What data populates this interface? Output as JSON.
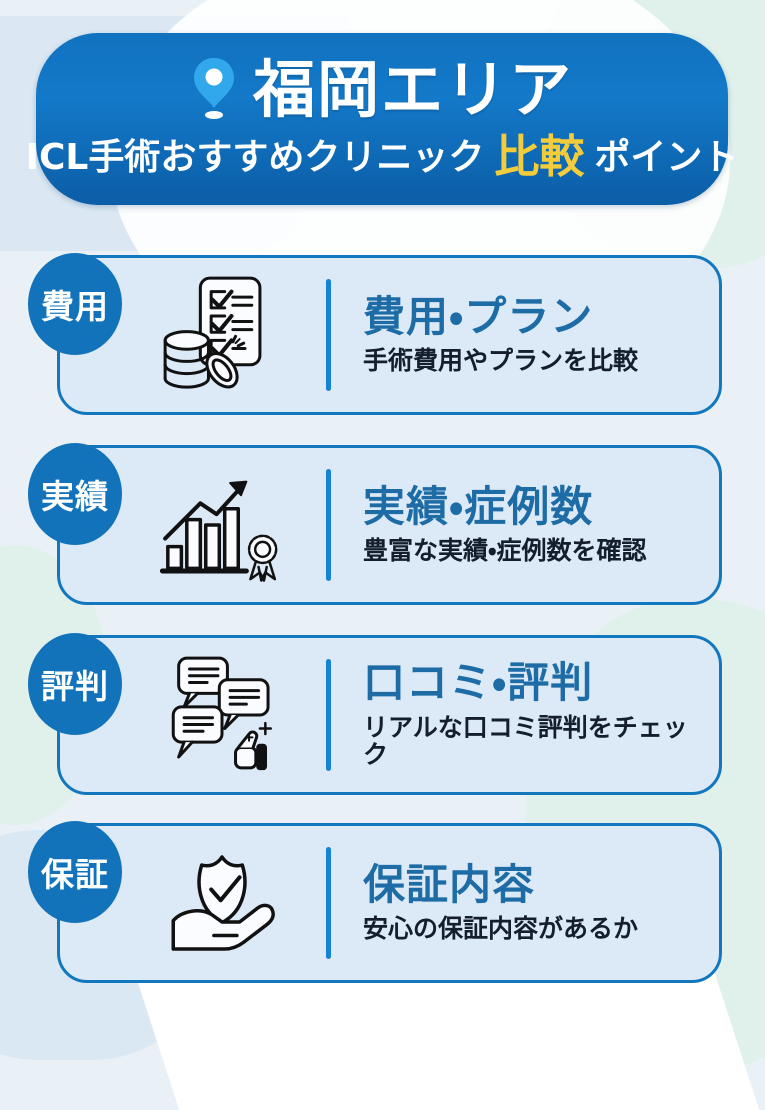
{
  "header": {
    "title": "福岡エリア",
    "subtitle_before": "ICL手術おすすめクリニック",
    "subtitle_highlight": "比較",
    "subtitle_after": "ポイント",
    "pin_icon": "location-pin-icon"
  },
  "cards": [
    {
      "badge": "費用",
      "title": "費用・プラン",
      "description": "手術費用やプランを比較",
      "icon": "checklist-coins-person-icon"
    },
    {
      "badge": "実績",
      "title": "実績・症例数",
      "description": "豊富な実績・症例数を確認",
      "icon": "bar-chart-award-icon"
    },
    {
      "badge": "評判",
      "title": "口コミ・評判",
      "description": "リアルな口コミ評判をチェック",
      "icon": "speech-bubbles-thumbs-up-icon"
    },
    {
      "badge": "保証",
      "title": "保証内容",
      "description": "安心の保証内容があるか",
      "icon": "shield-on-hand-icon"
    }
  ],
  "colors": {
    "background": "#E9F1F6",
    "banner_gradient_top": "#1379C9",
    "banner_gradient_bottom": "#0B5DA6",
    "badge_blue": "#1273BB",
    "card_background": "#DCE9F6",
    "card_border": "#1377BE",
    "divider_blue": "#1583D6",
    "card_title_blue": "#1D6CA6",
    "card_description_dark": "#141E2C",
    "highlight_yellow": "#F2CC3B",
    "pin_light_blue": "#31A8EC",
    "blob_pale_blue": "#DBE8F3",
    "blob_teal": "#E0F1EC"
  }
}
